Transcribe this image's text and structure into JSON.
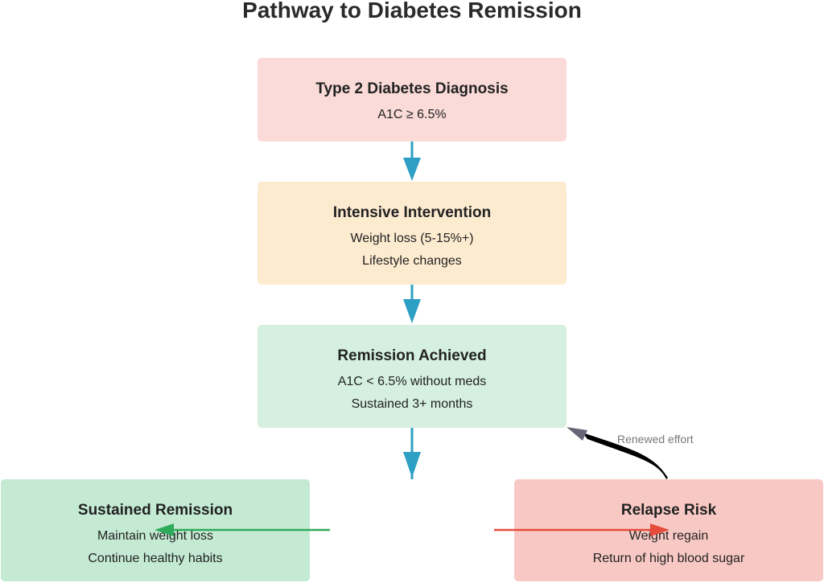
{
  "title": "Pathway to Diabetes Remission",
  "colors": {
    "diagnosis_fill": "#fadbd8",
    "intervention_fill": "#fdebd0",
    "remission_fill": "#d5f0e0",
    "sustained_fill": "#c4ead3",
    "relapse_fill": "#f8c9c4",
    "flow_arrow": "#2e9fc4",
    "green_arrow": "#2eaa5c",
    "red_arrow": "#e64c3c",
    "renewed_arrow": "#000000"
  },
  "nodes": {
    "diagnosis": {
      "title": "Type 2 Diabetes Diagnosis",
      "lines": [
        "A1C ≥ 6.5%"
      ]
    },
    "intervention": {
      "title": "Intensive Intervention",
      "lines": [
        "Weight loss (5-15%+)",
        "Lifestyle changes"
      ]
    },
    "remission": {
      "title": "Remission Achieved",
      "lines": [
        "A1C < 6.5% without meds",
        "Sustained 3+ months"
      ]
    },
    "sustained": {
      "title": "Sustained Remission",
      "lines": [
        "Maintain weight loss",
        "Continue healthy habits"
      ]
    },
    "relapse": {
      "title": "Relapse Risk",
      "lines": [
        "Weight regain",
        "Return of high blood sugar"
      ]
    }
  },
  "edges": {
    "renewed_label": "Renewed effort"
  }
}
